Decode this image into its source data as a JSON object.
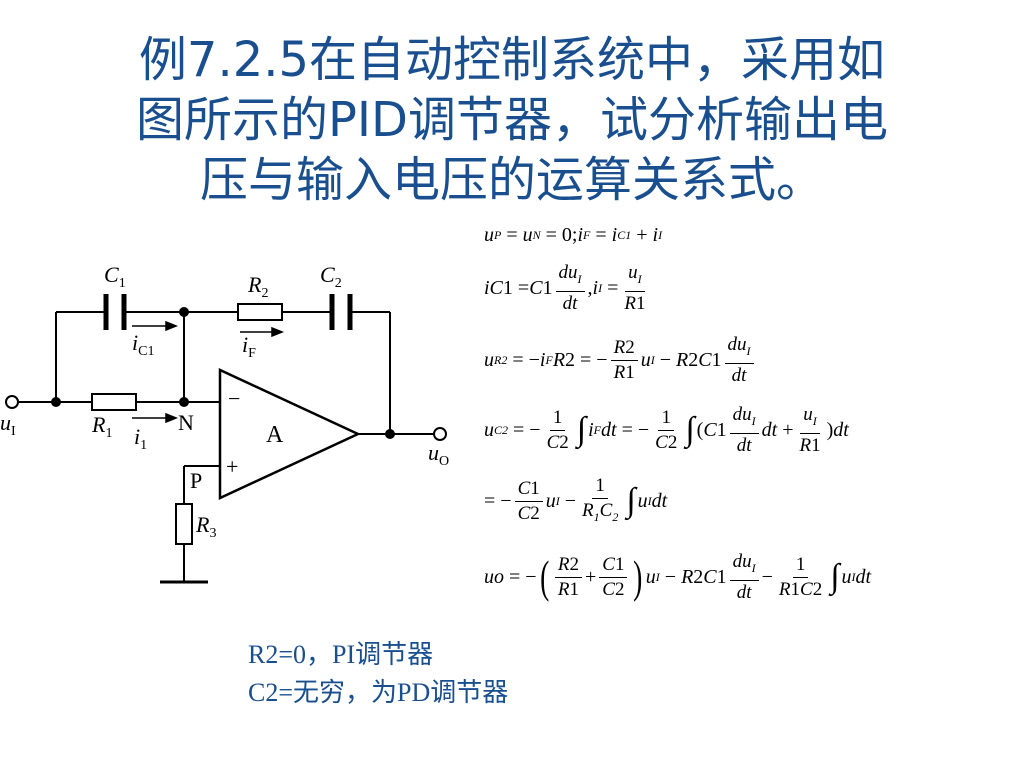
{
  "title": {
    "line1": "例7.2.5在自动控制系统中，采用如",
    "line2": "图所示的PID调节器，试分析输出电",
    "line3": "压与输入电压的运算关系式。"
  },
  "circuit": {
    "labels": {
      "C1": "C",
      "C1_sub": "1",
      "R2": "R",
      "R2_sub": "2",
      "C2": "C",
      "C2_sub": "2",
      "iC1": "i",
      "iC1_sub": "C1",
      "iF": "i",
      "iF_sub": "F",
      "uI": "u",
      "uI_sub": "I",
      "R1": "R",
      "R1_sub": "1",
      "i1": "i",
      "i1_sub": "1",
      "N": "N",
      "minus": "−",
      "plus": "+",
      "A": "A",
      "P": "P",
      "uO": "u",
      "uO_sub": "O",
      "R3": "R",
      "R3_sub": "3"
    }
  },
  "notes": {
    "line1": "R2=0，PI调节器",
    "line2": "C2=无穷，为PD调节器"
  }
}
